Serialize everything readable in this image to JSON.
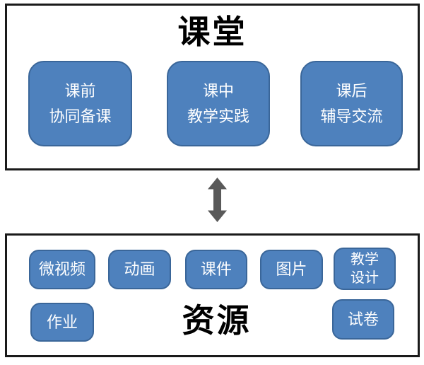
{
  "colors": {
    "accent_blue": "#4E81BD",
    "accent_blue_border": "#3A6699",
    "panel_border": "#1A1A1A",
    "arrow_gray": "#595959",
    "card_text": "#FFFFFF",
    "title_text": "#000000"
  },
  "classroom": {
    "title": "课堂",
    "stages": [
      {
        "line1": "课前",
        "line2": "协同备课"
      },
      {
        "line1": "课中",
        "line2": "教学实践"
      },
      {
        "line1": "课后",
        "line2": "辅导交流"
      }
    ]
  },
  "connector": {
    "icon": "double-headed-vertical-arrow"
  },
  "resources": {
    "title": "资源",
    "row1": [
      {
        "label": "微视频"
      },
      {
        "label": "动画"
      },
      {
        "label": "课件"
      },
      {
        "label": "图片"
      },
      {
        "line1": "教学",
        "line2": "设计"
      }
    ],
    "row2": [
      {
        "label": "作业"
      },
      {
        "label": "试卷"
      }
    ]
  }
}
